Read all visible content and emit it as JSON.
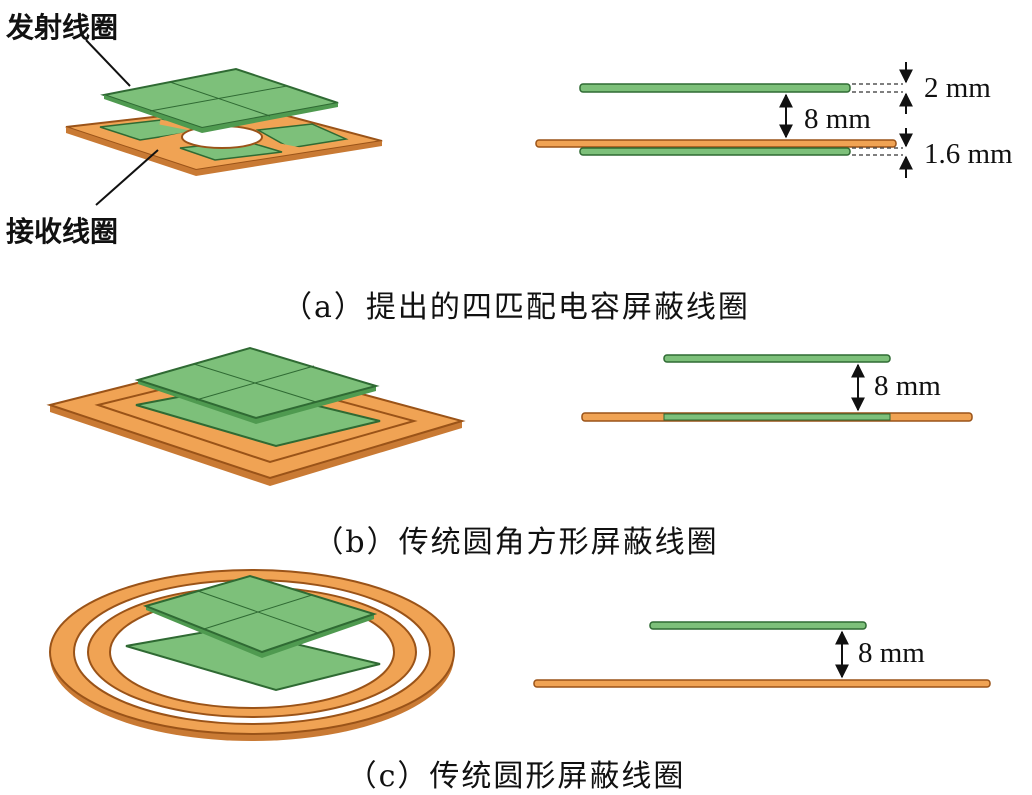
{
  "colors": {
    "green_fill": "#7dc07a",
    "green_edge": "#2f6a33",
    "orange_fill": "#f0a354",
    "orange_edge": "#9a5318"
  },
  "panel_a": {
    "caption": "（a）提出的四匹配电容屏蔽线圈",
    "tx_label": "发射线圈",
    "rx_label": "接收线圈",
    "gap_label": "8 mm",
    "tx_thickness_label": "2 mm",
    "rx_thickness_label": "1.6 mm"
  },
  "panel_b": {
    "caption": "（b）传统圆角方形屏蔽线圈",
    "gap_label": "8 mm"
  },
  "panel_c": {
    "caption": "（c）传统圆形屏蔽线圈",
    "gap_label": "8 mm"
  }
}
